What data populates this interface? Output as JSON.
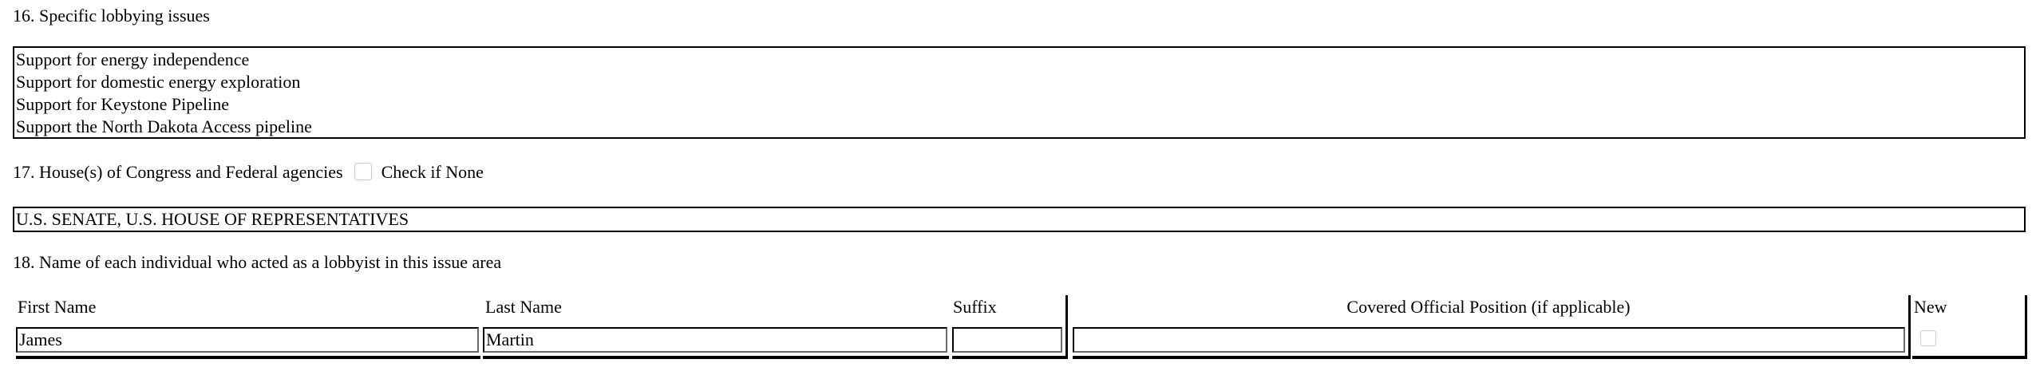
{
  "section16": {
    "label": "16. Specific lobbying issues",
    "lines": [
      "Support for energy independence",
      "Support for domestic energy exploration",
      "Support for Keystone Pipeline",
      "Support the North Dakota Access pipeline"
    ]
  },
  "section17": {
    "label": "17. House(s) of Congress and Federal agencies",
    "check_label": "Check if None",
    "check_checked": false,
    "value": "U.S. SENATE, U.S. HOUSE OF REPRESENTATIVES"
  },
  "section18": {
    "label": "18. Name of each individual who acted as a lobbyist in this issue area",
    "columns": {
      "first_name": "First Name",
      "last_name": "Last Name",
      "suffix": "Suffix",
      "covered_position": "Covered Official Position (if applicable)",
      "new": "New"
    },
    "rows": [
      {
        "first_name": "James",
        "last_name": "Martin",
        "suffix": "",
        "covered_position": "",
        "new": false
      }
    ]
  }
}
